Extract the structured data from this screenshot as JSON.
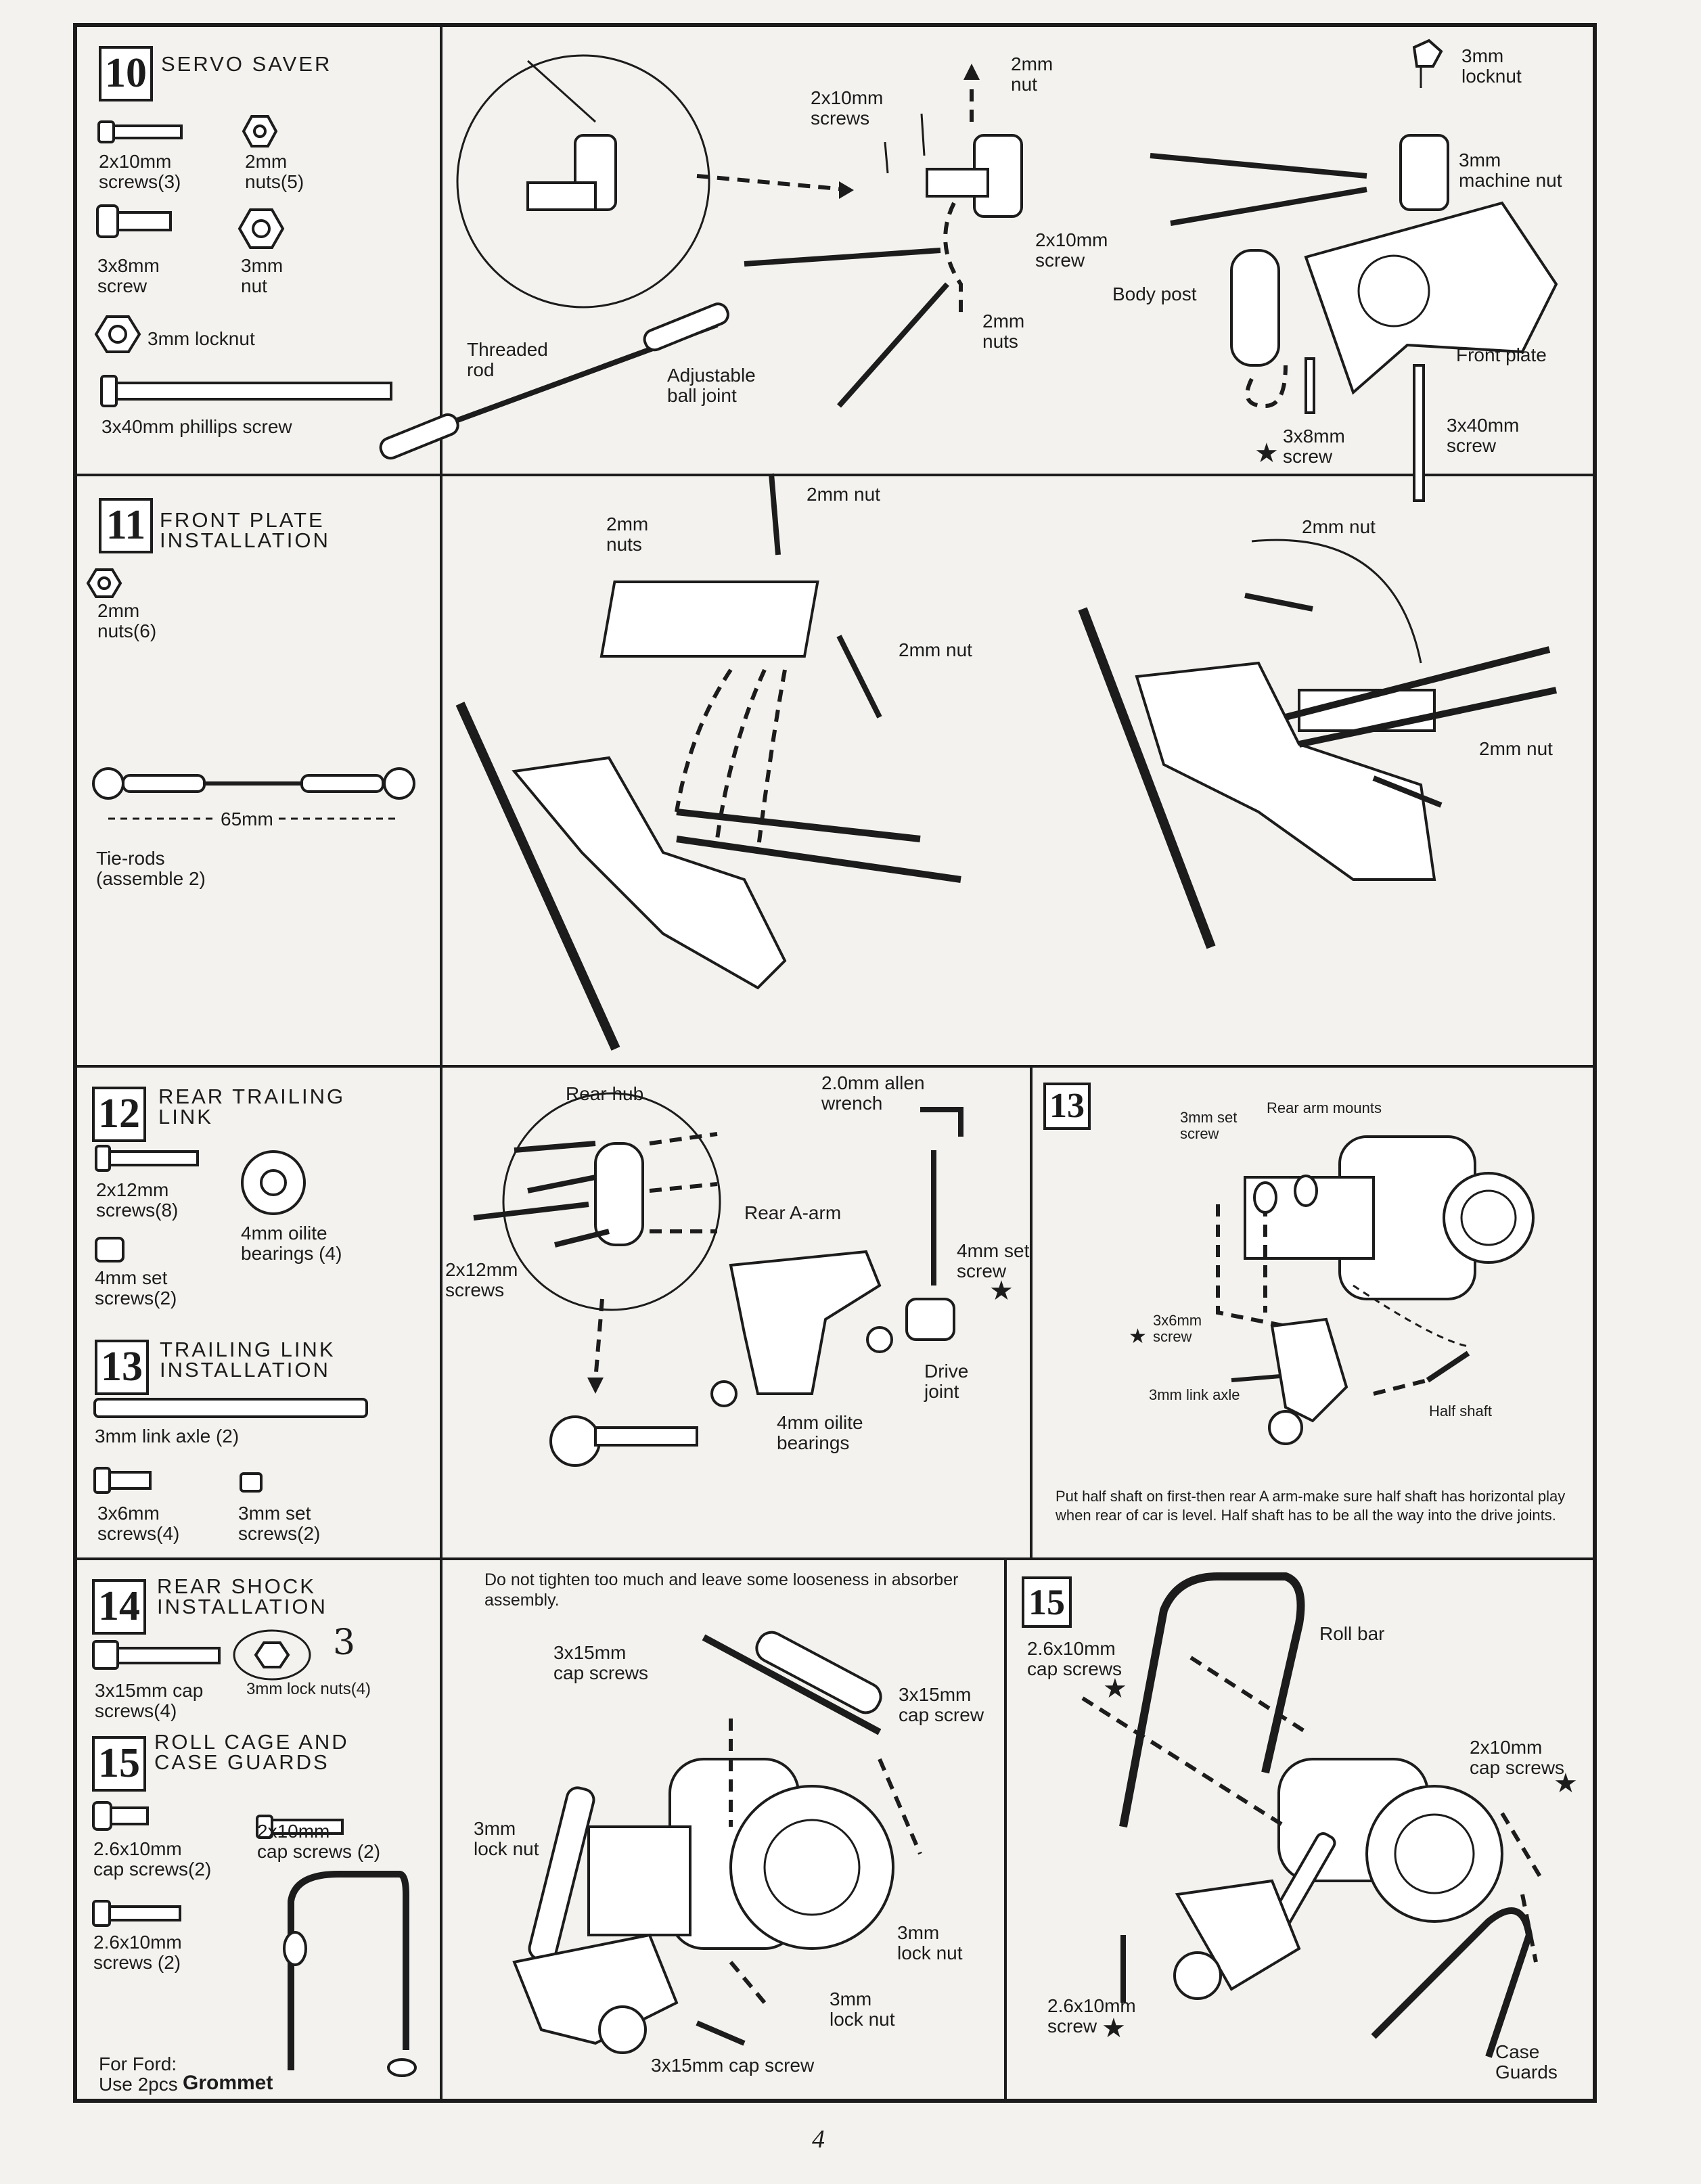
{
  "page_number": "4",
  "step10": {
    "num": "10",
    "title": "SERVO SAVER",
    "parts": [
      "2x10mm\nscrews(3)",
      "2mm\nnuts(5)",
      "3x8mm\nscrew",
      "3mm\nnut",
      "3mm locknut",
      "3x40mm phillips screw"
    ],
    "callouts": [
      "2mm\nnut",
      "2x10mm\nscrews",
      "2x10mm\nscrew",
      "2mm\nnuts",
      "Threaded\nrod",
      "Adjustable\nball joint",
      "3mm\nlocknut",
      "3mm\nmachine nut",
      "Body post",
      "Front plate",
      "3x40mm\nscrew",
      "3x8mm\nscrew"
    ]
  },
  "step11": {
    "num": "11",
    "title": "FRONT PLATE\nINSTALLATION",
    "parts": [
      "2mm\nnuts(6)",
      "65mm",
      "Tie-rods\n(assemble 2)"
    ],
    "callouts": [
      "2mm nut",
      "2mm\nnuts",
      "2mm nut",
      "2mm nut",
      "2mm nut"
    ]
  },
  "step12": {
    "num": "12",
    "title": "REAR TRAILING\nLINK",
    "parts": [
      "2x12mm\nscrews(8)",
      "4mm oilite\nbearings (4)",
      "4mm set\nscrews(2)"
    ],
    "callouts": [
      "Rear hub",
      "2.0mm allen\nwrench",
      "Rear A-arm",
      "4mm set\nscrew",
      "2x12mm\nscrews",
      "Drive\njoint",
      "4mm oilite\nbearings"
    ]
  },
  "step13": {
    "num": "13",
    "title": "TRAILING LINK\nINSTALLATION",
    "parts": [
      "3mm link axle (2)",
      "3x6mm\nscrews(4)",
      "3mm set\nscrews(2)"
    ],
    "callouts": [
      "3mm set\nscrew",
      "Rear arm mounts",
      "3x6mm\nscrew",
      "3mm link axle",
      "Half shaft"
    ],
    "note": "Put half shaft on first-then rear A arm-make sure half shaft has horizontal play when rear of car is level. Half shaft has to be all the way into the drive joints."
  },
  "step14": {
    "num": "14",
    "title": "REAR SHOCK\nINSTALLATION",
    "parts": [
      "3x15mm cap\nscrews(4)",
      "3mm lock nuts(4)"
    ],
    "handwritten": "3",
    "note": "Do not tighten too much and leave some looseness in absorber assembly.",
    "callouts": [
      "3x15mm\ncap screws",
      "3x15mm\ncap screw",
      "3mm\nlock nut",
      "3mm\nlock nut",
      "3mm\nlock nut",
      "3x15mm cap screw"
    ]
  },
  "step15": {
    "num": "15",
    "title": "ROLL CAGE AND\nCASE GUARDS",
    "parts": [
      "2.6x10mm\ncap screws(2)",
      "2x10mm\ncap screws (2)",
      "2.6x10mm\nscrews (2)"
    ],
    "ford_note": "For Ford:\nUse 2pcs",
    "grommet": "Grommet",
    "callouts": [
      "2.6x10mm\ncap screws",
      "Roll bar",
      "2x10mm\ncap screws",
      "2.6x10mm\nscrew",
      "Case\nGuards"
    ]
  },
  "colors": {
    "ink": "#1c1c1c",
    "paper": "#f3f2ee"
  }
}
